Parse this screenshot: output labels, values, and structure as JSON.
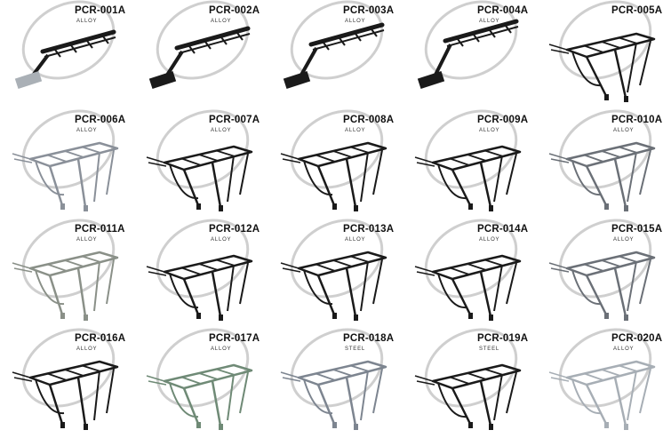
{
  "products": [
    {
      "code": "PCR-001A",
      "material": "ALLOY",
      "style": "seatpost",
      "color": "#1a1a1a"
    },
    {
      "code": "PCR-002A",
      "material": "ALLOY",
      "style": "seatpost",
      "color": "#1a1a1a"
    },
    {
      "code": "PCR-003A",
      "material": "ALLOY",
      "style": "seatpost",
      "color": "#1a1a1a"
    },
    {
      "code": "PCR-004A",
      "material": "ALLOY",
      "style": "seatpost",
      "color": "#1a1a1a"
    },
    {
      "code": "PCR-005A",
      "material": "",
      "style": "rack",
      "color": "#1a1a1a"
    },
    {
      "code": "PCR-006A",
      "material": "ALLOY",
      "style": "rack",
      "color": "#8a9099"
    },
    {
      "code": "PCR-007A",
      "material": "ALLOY",
      "style": "rack",
      "color": "#1a1a1a"
    },
    {
      "code": "PCR-008A",
      "material": "ALLOY",
      "style": "rack",
      "color": "#1a1a1a"
    },
    {
      "code": "PCR-009A",
      "material": "ALLOY",
      "style": "rack",
      "color": "#1a1a1a"
    },
    {
      "code": "PCR-010A",
      "material": "ALLOY",
      "style": "rack",
      "color": "#6b7077"
    },
    {
      "code": "PCR-011A",
      "material": "ALLOY",
      "style": "rack",
      "color": "#8a9088"
    },
    {
      "code": "PCR-012A",
      "material": "ALLOY",
      "style": "rack",
      "color": "#1a1a1a"
    },
    {
      "code": "PCR-013A",
      "material": "ALLOY",
      "style": "rack",
      "color": "#1a1a1a"
    },
    {
      "code": "PCR-014A",
      "material": "ALLOY",
      "style": "rack",
      "color": "#1a1a1a"
    },
    {
      "code": "PCR-015A",
      "material": "ALLOY",
      "style": "rack",
      "color": "#6b7077"
    },
    {
      "code": "PCR-016A",
      "material": "ALLOY",
      "style": "rack",
      "color": "#1a1a1a"
    },
    {
      "code": "PCR-017A",
      "material": "ALLOY",
      "style": "rack",
      "color": "#6f8a76"
    },
    {
      "code": "PCR-018A",
      "material": "STEEL",
      "style": "rack",
      "color": "#7d8590"
    },
    {
      "code": "PCR-019A",
      "material": "STEEL",
      "style": "rack",
      "color": "#1a1a1a"
    },
    {
      "code": "PCR-020A",
      "material": "ALLOY",
      "style": "rack",
      "color": "#a7aeb5"
    }
  ]
}
